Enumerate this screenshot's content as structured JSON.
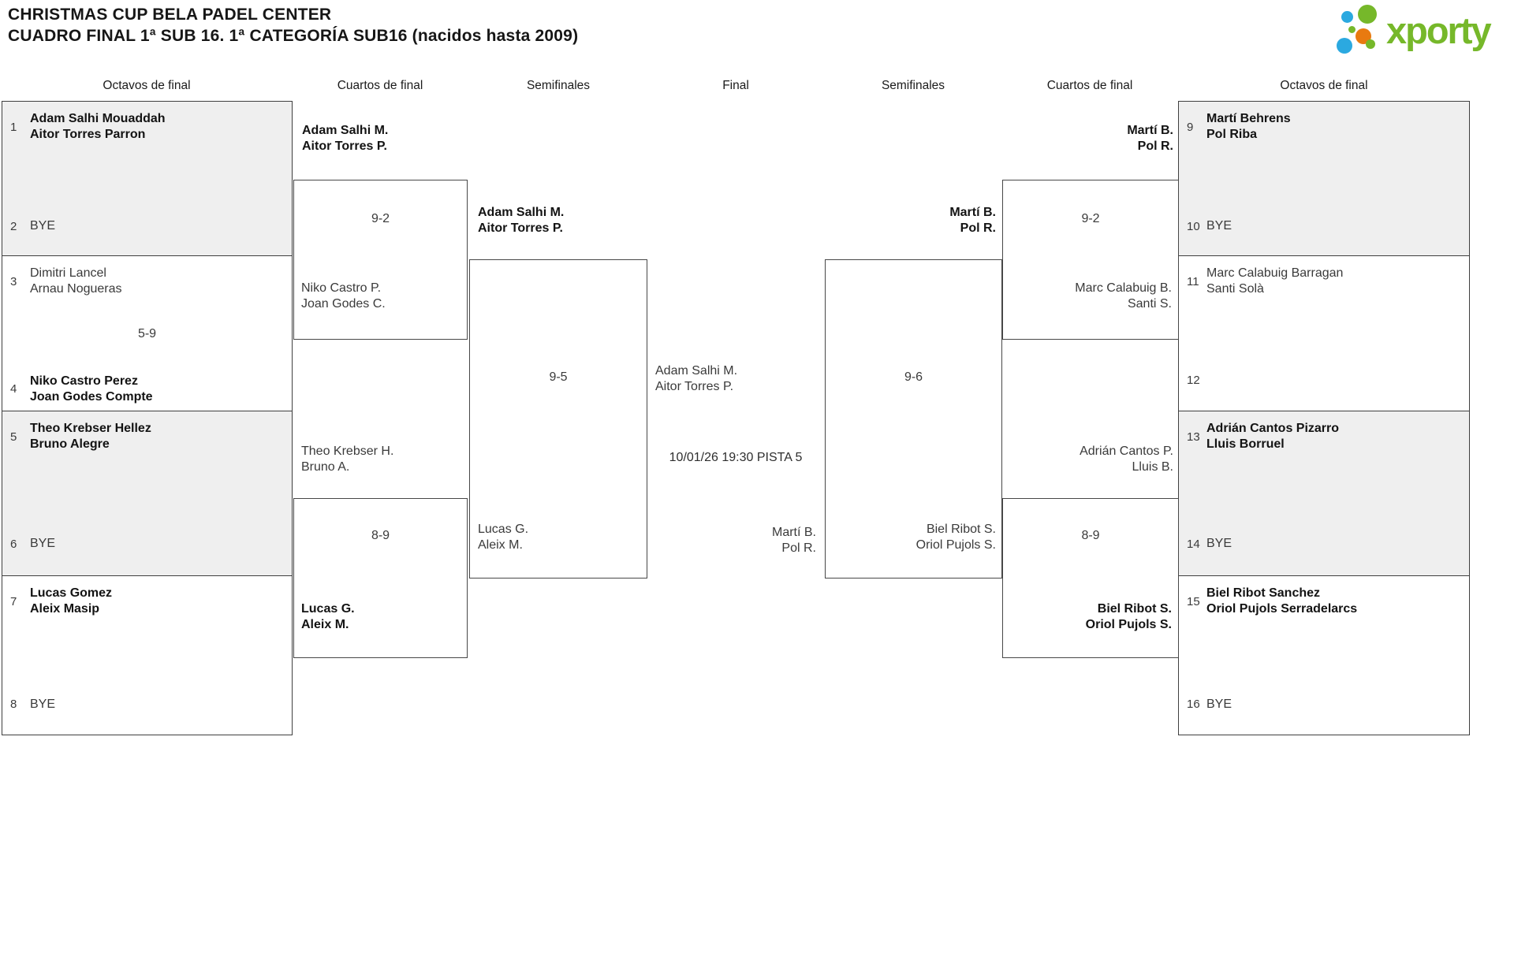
{
  "header": {
    "title_line1": "CHRISTMAS CUP BELA PADEL CENTER",
    "title_line2": "CUADRO FINAL 1ª SUB 16. 1ª CATEGORÍA SUB16 (nacidos hasta 2009)",
    "logo_text": "xporty"
  },
  "colors": {
    "logo_green": "#76b82a",
    "logo_blue": "#2ba9e0",
    "logo_orange": "#e87a10",
    "box_shade": "#efefef",
    "line": "#3f3f3f"
  },
  "round_headers": {
    "r1": "Octavos de final",
    "r2": "Cuartos de final",
    "r3": "Semifinales",
    "r4": "Final",
    "r5": "Semifinales",
    "r6": "Cuartos de final",
    "r7": "Octavos de final"
  },
  "octavos_left": [
    {
      "seed1": "1",
      "t1l1": "Adam Salhi Mouaddah",
      "t1l2": "Aitor Torres Parron",
      "t1bold": true,
      "score": "",
      "seed2": "2",
      "t2l1": "BYE",
      "t2l2": "",
      "t2bold": false
    },
    {
      "seed1": "3",
      "t1l1": "Dimitri Lancel",
      "t1l2": "Arnau Nogueras",
      "t1bold": false,
      "score": "5-9",
      "seed2": "4",
      "t2l1": "Niko Castro Perez",
      "t2l2": "Joan Godes Compte",
      "t2bold": true
    },
    {
      "seed1": "5",
      "t1l1": "Theo Krebser Hellez",
      "t1l2": "Bruno Alegre",
      "t1bold": true,
      "score": "",
      "seed2": "6",
      "t2l1": "BYE",
      "t2l2": "",
      "t2bold": false
    },
    {
      "seed1": "7",
      "t1l1": "Lucas Gomez",
      "t1l2": "Aleix Masip",
      "t1bold": true,
      "score": "",
      "seed2": "8",
      "t2l1": "BYE",
      "t2l2": "",
      "t2bold": false
    }
  ],
  "octavos_right": [
    {
      "seed1": "9",
      "t1l1": "Martí Behrens",
      "t1l2": "Pol Riba",
      "t1bold": true,
      "score": "",
      "seed2": "10",
      "t2l1": "BYE",
      "t2l2": "",
      "t2bold": false
    },
    {
      "seed1": "11",
      "t1l1": "Marc Calabuig Barragan",
      "t1l2": "Santi Solà",
      "t1bold": false,
      "score": "",
      "seed2": "12",
      "t2l1": "",
      "t2l2": "",
      "t2bold": false
    },
    {
      "seed1": "13",
      "t1l1": "Adrián Cantos Pizarro",
      "t1l2": "Lluis Borruel",
      "t1bold": true,
      "score": "",
      "seed2": "14",
      "t2l1": "BYE",
      "t2l2": "",
      "t2bold": false
    },
    {
      "seed1": "15",
      "t1l1": "Biel Ribot Sanchez",
      "t1l2": "Oriol Pujols Serradelarcs",
      "t1bold": true,
      "score": "",
      "seed2": "16",
      "t2l1": "BYE",
      "t2l2": "",
      "t2bold": false
    }
  ],
  "cuartos_left": [
    {
      "t1l1": "Adam Salhi M.",
      "t1l2": "Aitor Torres P.",
      "t1bold": true,
      "score": "9-2",
      "t2l1": "Niko Castro P.",
      "t2l2": "Joan Godes C.",
      "t2bold": false
    },
    {
      "t1l1": "Theo Krebser H.",
      "t1l2": "Bruno A.",
      "t1bold": false,
      "score": "8-9",
      "t2l1": "Lucas G.",
      "t2l2": "Aleix M.",
      "t2bold": true
    }
  ],
  "cuartos_right": [
    {
      "t1l1": "Martí B.",
      "t1l2": "Pol R.",
      "t1bold": true,
      "score": "9-2",
      "t2l1": "Marc Calabuig B.",
      "t2l2": "Santi S.",
      "t2bold": false
    },
    {
      "t1l1": "Adrián Cantos P.",
      "t1l2": "Lluis B.",
      "t1bold": false,
      "score": "8-9",
      "t2l1": "Biel Ribot S.",
      "t2l2": "Oriol Pujols S.",
      "t2bold": true
    }
  ],
  "semis_left": {
    "t1l1": "Adam Salhi M.",
    "t1l2": "Aitor Torres P.",
    "t1bold": true,
    "score": "9-5",
    "t2l1": "Lucas G.",
    "t2l2": "Aleix M.",
    "t2bold": false
  },
  "semis_right": {
    "t1l1": "Martí B.",
    "t1l2": "Pol R.",
    "t1bold": true,
    "score": "9-6",
    "t2l1": "Biel Ribot S.",
    "t2l2": "Oriol Pujols S.",
    "t2bold": false
  },
  "final": {
    "t1l1": "Adam Salhi M.",
    "t1l2": "Aitor Torres P.",
    "schedule": "10/01/26 19:30 PISTA 5",
    "t2l1": "Martí B.",
    "t2l2": "Pol R."
  }
}
